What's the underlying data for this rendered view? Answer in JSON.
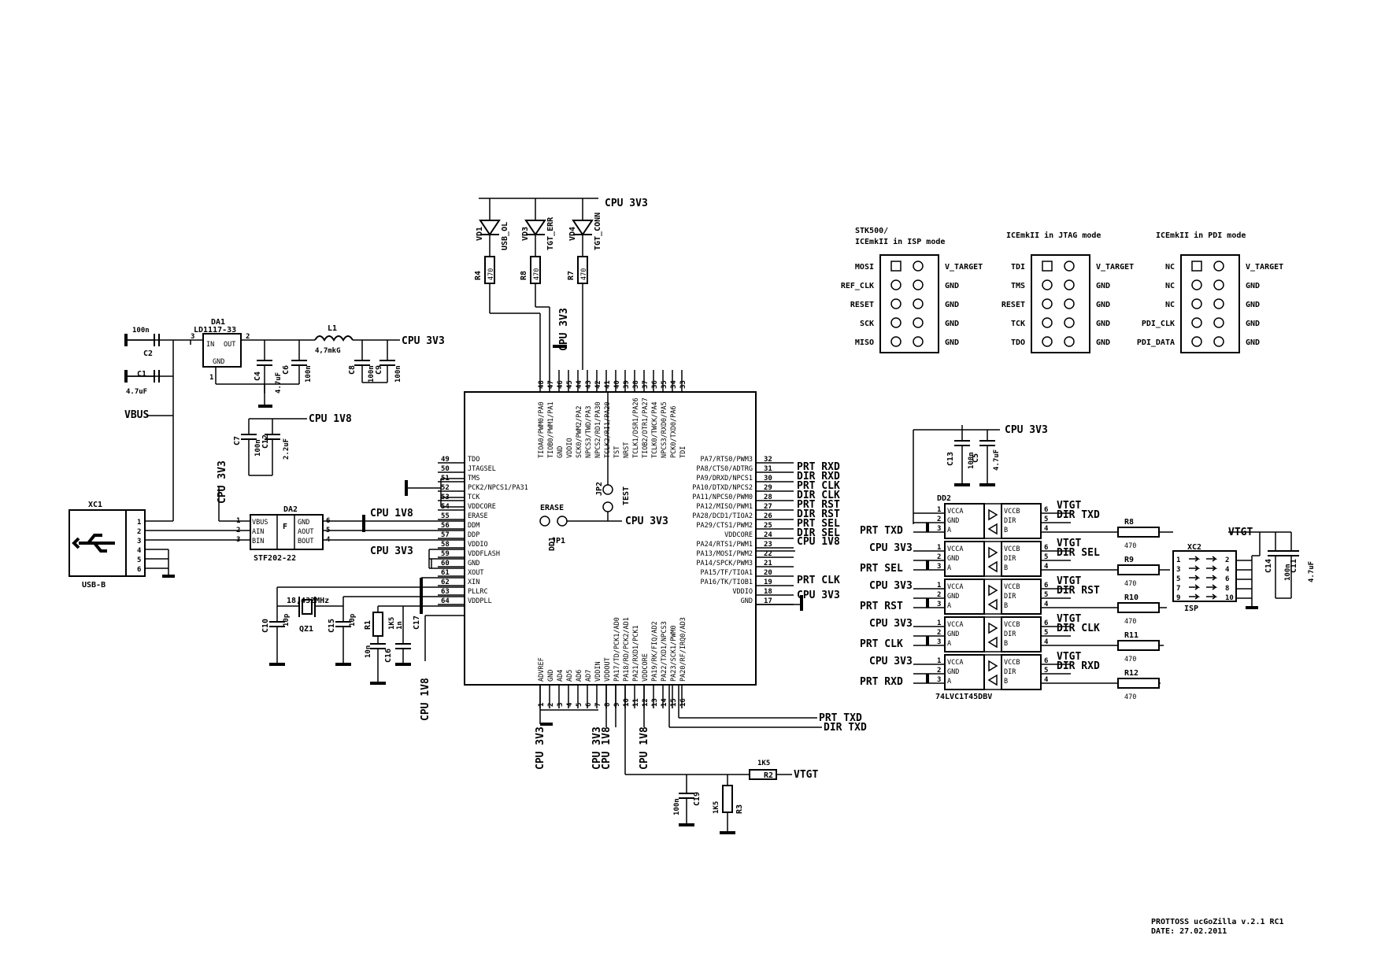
{
  "nets": {
    "cpu3v3": "CPU 3V3",
    "cpu1v8": "CPU 1V8",
    "vbus": "VBUS",
    "vtgt": "VTGT",
    "prt_rxd": "PRT RXD",
    "dir_rxd": "DIR RXD",
    "prt_clk": "PRT CLK",
    "dir_clk": "DIR CLK",
    "prt_rst": "PRT RST",
    "dir_rst": "DIR RST",
    "prt_sel": "PRT SEL",
    "dir_sel": "DIR SEL",
    "prt_txd": "PRT TXD",
    "dir_txd": "DIR TXD"
  },
  "usb": {
    "ref": "XC1",
    "type": "USB-B",
    "pins": [
      "1",
      "2",
      "3",
      "4",
      "5",
      "6"
    ]
  },
  "regulator": {
    "ref": "DA1",
    "part": "LD1117-33",
    "in": "IN",
    "out": "OUT",
    "gnd": "GND",
    "p3": "3",
    "p2": "2",
    "p1": "1"
  },
  "inductor": {
    "ref": "L1",
    "value": "4,7mkG"
  },
  "caps": {
    "c1": {
      "ref": "C1",
      "value": "4.7uF"
    },
    "c2": {
      "ref": "C2",
      "value": "100n"
    },
    "c4": {
      "ref": "C4",
      "value": "4.7uF"
    },
    "c6": {
      "ref": "C6",
      "value": "100n"
    },
    "c8": {
      "ref": "C8",
      "value": "100n"
    },
    "c9": {
      "ref": "C9",
      "value": "100n"
    },
    "c7": {
      "ref": "C7",
      "value": "100n"
    },
    "c12": {
      "ref": "C12",
      "value": "2.2uF"
    },
    "c10": {
      "ref": "C10",
      "value": "10p"
    },
    "c15": {
      "ref": "C15",
      "value": "10p"
    },
    "c16": {
      "ref": "C16",
      "value": "10n"
    },
    "c17": {
      "ref": "C17",
      "value": "1n"
    },
    "c19": {
      "ref": "C19",
      "value": "100n"
    },
    "c13": {
      "ref": "C13",
      "value": "100n"
    },
    "c5": {
      "ref": "C5",
      "value": "4.7uF"
    },
    "c14": {
      "ref": "C14",
      "value": "100n"
    },
    "c11": {
      "ref": "C11",
      "value": "4.7uF"
    }
  },
  "esd": {
    "ref": "DA2",
    "part": "STF202-22",
    "f": "F",
    "left_pins": [
      "VBUS",
      "AIN",
      "BIN"
    ],
    "left_nums": [
      "1",
      "2",
      "3"
    ],
    "right_pins": [
      "GND",
      "AOUT",
      "BOUT"
    ],
    "right_nums": [
      "6",
      "5",
      "4"
    ]
  },
  "crystal": {
    "ref": "QZ1",
    "value": "18,432MHz"
  },
  "r1": {
    "ref": "R1",
    "value": "1K5"
  },
  "r2": {
    "ref": "R2",
    "value": "1K5"
  },
  "r3": {
    "ref": "R3",
    "value": "1K5"
  },
  "leds": [
    {
      "ref": "VD1",
      "label": "USB_OL",
      "res": "R4",
      "value": "470"
    },
    {
      "ref": "VD3",
      "label": "TGT_ERR",
      "res": "R8",
      "value": "470"
    },
    {
      "ref": "VD4",
      "label": "TGT_CONN",
      "res": "R7",
      "value": "470"
    }
  ],
  "mcu": {
    "ref": "DD1",
    "top_pins": [
      "TIOA0/PWM0/PA0",
      "TIOB0/PWM1/PA1",
      "GND",
      "VDDIO",
      "SCK0/PWM2/PA2",
      "NPCS3/TWD/PA3",
      "NPCS2/RD1/PA30",
      "TCLK2/RI1/PA20",
      "TST",
      "NRST",
      "TCLK1/DSR1/PA26",
      "TIOB2/DTR1/PA27",
      "TCLK0/TWCK/PA4",
      "NPCS3/RXD0/PA5",
      "PCK0/TXD0/PA6",
      "TDI"
    ],
    "top_nums": [
      "48",
      "47",
      "46",
      "45",
      "44",
      "43",
      "42",
      "41",
      "40",
      "39",
      "38",
      "37",
      "36",
      "35",
      "34",
      "33"
    ],
    "left_pins": [
      "TDO",
      "JTAGSEL",
      "TMS",
      "PCK2/NPCS1/PA31",
      "TCK",
      "VDDCORE",
      "ERASE",
      "DDM",
      "DDP",
      "VDDIO",
      "VDDFLASH",
      "GND",
      "XOUT",
      "XIN",
      "PLLRC",
      "VDDPLL"
    ],
    "left_nums": [
      "49",
      "50",
      "51",
      "52",
      "53",
      "54",
      "55",
      "56",
      "57",
      "58",
      "59",
      "60",
      "61",
      "62",
      "63",
      "64"
    ],
    "right_pins": [
      "PA7/RTS0/PWM3",
      "PA8/CTS0/ADTRG",
      "PA9/DRXD/NPCS1",
      "PA10/DTXD/NPCS2",
      "PA11/NPCS0/PWM0",
      "PA12/MISO/PWM1",
      "PA28/DCD1/TIOA2",
      "PA29/CTS1/PWM2",
      "VDDCORE",
      "PA24/RTS1/PWM1",
      "PA13/MOSI/PWM2",
      "PA14/SPCK/PWM3",
      "PA15/TF/TIOA1",
      "PA16/TK/TIOB1",
      "VDDIO",
      "GND"
    ],
    "right_nums": [
      "32",
      "31",
      "30",
      "29",
      "28",
      "27",
      "26",
      "25",
      "24",
      "23",
      "22",
      "21",
      "20",
      "19",
      "18",
      "17"
    ],
    "bottom_pins": [
      "ADVREF",
      "GND",
      "AD4",
      "AD5",
      "AD6",
      "AD7",
      "VDDIN",
      "VDDOUT",
      "PA17/TD/PCK1/AD0",
      "PA18/RD/PCK2/AD1",
      "PA21/RXD1/PCK1",
      "VDDCORE",
      "PA19/RK/FIQ/AD2",
      "PA22/TXD1/NPCS3",
      "PA23/SCK1/PWM0",
      "PA20/RF/IRQ0/AD3"
    ],
    "bottom_nums": [
      "1",
      "2",
      "3",
      "4",
      "5",
      "6",
      "7",
      "8",
      "9",
      "10",
      "11",
      "12",
      "13",
      "14",
      "15",
      "16"
    ]
  },
  "jumpers": {
    "jp1": "JP1",
    "jp2": "JP2",
    "erase": "ERASE",
    "test": "TEST"
  },
  "headers": [
    {
      "title1": "STK500/",
      "title2": "ICEmkII in ISP mode",
      "left": [
        "MOSI",
        "REF_CLK",
        "RESET",
        "SCK",
        "MISO"
      ],
      "right": [
        "V_TARGET",
        "GND",
        "GND",
        "GND",
        "GND"
      ]
    },
    {
      "title1": "",
      "title2": "ICEmkII in JTAG mode",
      "left": [
        "TDI",
        "TMS",
        "RESET",
        "TCK",
        "TDO"
      ],
      "right": [
        "V_TARGET",
        "GND",
        "GND",
        "GND",
        "GND"
      ]
    },
    {
      "title1": "",
      "title2": "ICEmkII in PDI mode",
      "left": [
        "NC",
        "NC",
        "NC",
        "PDI_CLK",
        "PDI_DATA"
      ],
      "right": [
        "V_TARGET",
        "GND",
        "GND",
        "GND",
        "GND"
      ]
    }
  ],
  "translators": {
    "ref": "DD2",
    "part": "74LVC1T45DBV",
    "pins_left": [
      "VCCA",
      "GND",
      "A"
    ],
    "pins_right": [
      "VCCB",
      "DIR",
      "B"
    ],
    "num_left": [
      "1",
      "2",
      "3"
    ],
    "num_right": [
      "6",
      "5",
      "4"
    ],
    "rows": [
      {
        "left_in": "",
        "left_a": "PRT TXD",
        "dir": "DIR TXD",
        "res": "R8",
        "value": "470"
      },
      {
        "left_in": "CPU 3V3",
        "left_a": "PRT SEL",
        "dir": "DIR SEL",
        "res": "R9",
        "value": "470"
      },
      {
        "left_in": "CPU 3V3",
        "left_a": "PRT RST",
        "dir": "DIR RST",
        "res": "R10",
        "value": "470"
      },
      {
        "left_in": "CPU 3V3",
        "left_a": "PRT CLK",
        "dir": "DIR CLK",
        "res": "R11",
        "value": "470"
      },
      {
        "left_in": "CPU 3V3",
        "left_a": "PRT RXD",
        "dir": "DIR RXD",
        "res": "R12",
        "value": "470"
      }
    ]
  },
  "isp": {
    "ref": "XC2",
    "label": "ISP",
    "left": [
      "1",
      "3",
      "5",
      "7",
      "9"
    ],
    "right": [
      "2",
      "4",
      "6",
      "8",
      "10"
    ]
  },
  "title_block": {
    "line1": "PROTTOSS ucGoZilla v.2.1 RC1",
    "line2": "DATE: 27.02.2011"
  }
}
